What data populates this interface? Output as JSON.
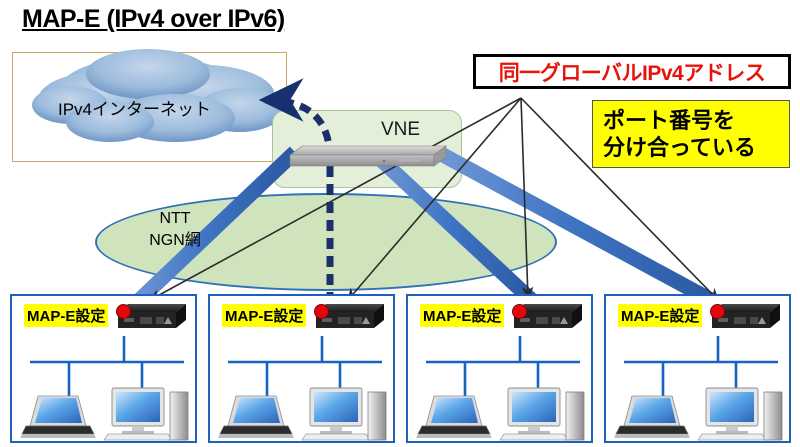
{
  "title": "MAP-E (IPv4 over IPv6)",
  "cloud": {
    "label": "IPv4インターネット"
  },
  "ngn": {
    "line1": "NTT",
    "line2": "NGN網"
  },
  "vne": {
    "label": "VNE"
  },
  "callouts": {
    "global_address": "同一グローバルIPv4アドレス",
    "port_line1": "ポート番号を",
    "port_line2": "分け合っている"
  },
  "sites": [
    {
      "tag": "MAP-E設定"
    },
    {
      "tag": "MAP-E設定"
    },
    {
      "tag": "MAP-E設定"
    },
    {
      "tag": "MAP-E設定"
    }
  ],
  "colors": {
    "tunnel_blue": "#3f74c4",
    "dashed_navy": "#1b2f6b",
    "red_text": "#e8140c",
    "highlight_yellow": "#ffff00",
    "ngn_green": "#cfe3bd",
    "vne_green": "#e3efd9",
    "site_border": "#1f5fbf",
    "marker_red": "#e4060a"
  }
}
